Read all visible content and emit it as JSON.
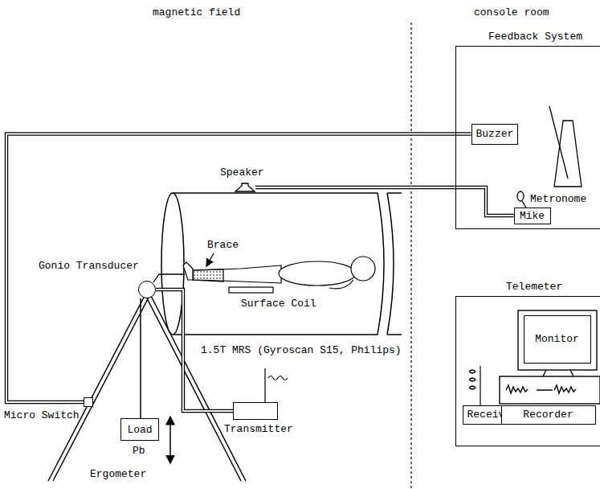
{
  "diagram": {
    "nodes": [
      {
        "text": [
          "Feedback System"
        ]
      },
      {
        "text": [
          "Buzzer"
        ],
        "in": 0
      },
      {
        "text": [
          "Mike"
        ],
        "in": 0
      },
      {
        "text": [
          "Telemeter"
        ]
      },
      {
        "text": [
          "Monitor"
        ],
        "in": 3
      },
      {
        "text": [
          "Receiver"
        ],
        "in": 3
      },
      {
        "text": [
          "Recorder"
        ],
        "in": 3
      },
      {
        "text": [
          "Speaker"
        ]
      },
      {
        "text": [
          "Gonio Transducer"
        ]
      },
      {
        "text": [
          "Micro Switch"
        ]
      },
      {
        "text": [
          "Load"
        ]
      },
      {
        "text": [
          "Transmitter"
        ]
      }
    ],
    "edges": [
      {
        "from": 1,
        "to": 9,
        "arrow": "none"
      },
      {
        "from": 2,
        "to": 7,
        "arrow": "none"
      },
      {
        "from": 8,
        "to": 11,
        "arrow": "none"
      }
    ],
    "labels": [
      "magnetic field",
      "console room",
      "Metronome",
      "Brace",
      "Surface Coil",
      "1.5T MRS (Gyroscan S15, Philips)",
      "Pb",
      "Ergometer"
    ]
  }
}
